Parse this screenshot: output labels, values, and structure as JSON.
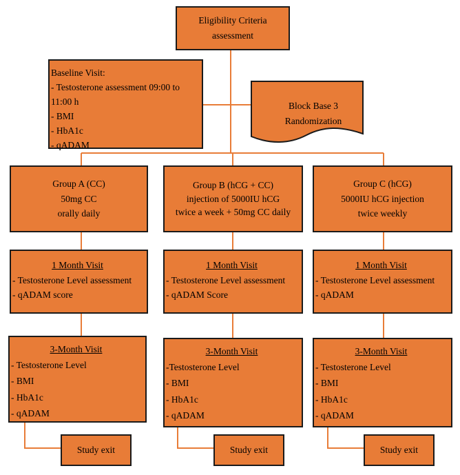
{
  "top": {
    "line1": "Eligibility Criteria",
    "line2": "assessment"
  },
  "baseline": {
    "title": "Baseline  Visit:",
    "items": [
      "- Testosterone assessment 09:00 to",
      "11:00 h",
      "- BMI",
      "- HbA1c",
      "- qADAM"
    ]
  },
  "randomization": {
    "line1": "Block Base 3",
    "line2": "Randomization"
  },
  "groups": [
    {
      "lines": [
        "Group A (CC)",
        "50mg CC",
        "orally daily"
      ]
    },
    {
      "lines": [
        "Group B (hCG + CC)",
        "injection of 5000IU hCG",
        "twice a week + 50mg CC daily"
      ]
    },
    {
      "lines": [
        "Group C (hCG)",
        "5000IU hCG injection",
        "twice weekly"
      ]
    }
  ],
  "month1": [
    {
      "title": "1 Month Visit",
      "items": [
        "- Testosterone Level assessment",
        "- qADAM score"
      ]
    },
    {
      "title": "1 Month Visit",
      "items": [
        "- Testosterone Level assessment",
        "- qADAM Score"
      ]
    },
    {
      "title": "1 Month Visit",
      "items": [
        "- Testosterone Level assessment",
        "- qADAM"
      ]
    }
  ],
  "month3": [
    {
      "title": "3-Month Visit",
      "items": [
        "- Testosterone Level",
        "- BMI",
        "- HbA1c",
        "- qADAM"
      ]
    },
    {
      "title": "3-Month Visit",
      "items": [
        "-Testosterone Level",
        "- BMI",
        "- HbA1c",
        "- qADAM"
      ]
    },
    {
      "title": "3-Month Visit",
      "items": [
        "- Testosterone Level",
        "- BMI",
        "- HbA1c",
        "- qADAM"
      ]
    }
  ],
  "exit": [
    "Study exit",
    "Study exit",
    "Study exit"
  ],
  "colors": {
    "box_fill": "#E87C37",
    "connector": "#E87C37",
    "border": "#1a1a1a"
  }
}
